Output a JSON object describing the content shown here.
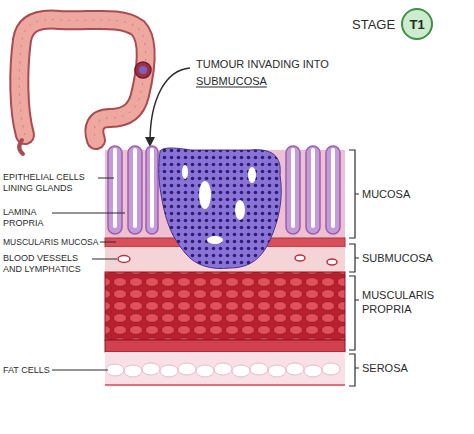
{
  "diagram": {
    "nodes": [
      {
        "text": [
          "STAGE",
          "T1"
        ]
      }
    ],
    "labels": [
      "TUMOUR INVADING INTO SUBMUCOSA",
      "EPITHELIAL CELLS LINING GLANDS",
      "LAMINA PROPRIA",
      "MUSCULARIS MUCOSA",
      "BLOOD VESSELS AND LYMPHATICS",
      "FAT CELLS",
      "MUCOSA",
      "SUBMUCOSA",
      "MUSCULARIS PROPRIA",
      "SEROSA"
    ]
  }
}
